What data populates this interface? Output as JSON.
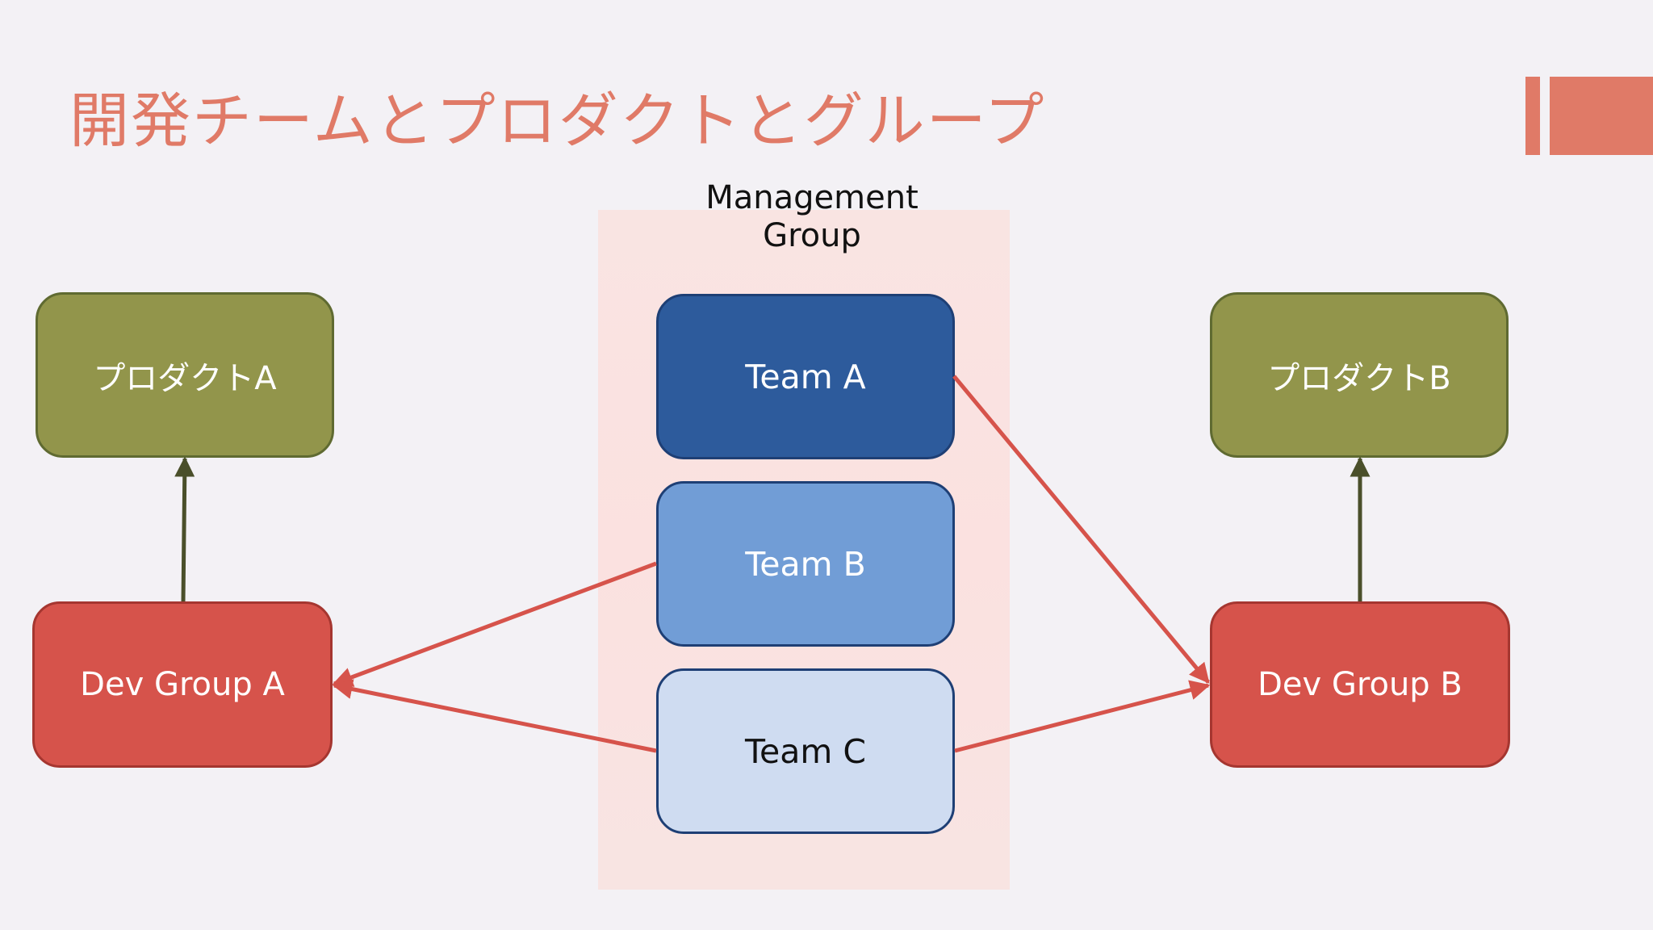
{
  "slide": {
    "title": "開発チームとプロダクトとグループ"
  },
  "group": {
    "label": "Management Group"
  },
  "nodes": {
    "product_a": "プロダクトA",
    "product_b": "プロダクトB",
    "team_a": "Team A",
    "team_b": "Team B",
    "team_c": "Team C",
    "dev_group_a": "Dev Group A",
    "dev_group_b": "Dev Group B"
  },
  "edges": [
    {
      "from": "Dev Group A",
      "to": "プロダクトA"
    },
    {
      "from": "Dev Group B",
      "to": "プロダクトB"
    },
    {
      "from": "Team A",
      "to": "Dev Group B"
    },
    {
      "from": "Team B",
      "to": "Dev Group A"
    },
    {
      "from": "Team C",
      "to": "Dev Group A"
    },
    {
      "from": "Team C",
      "to": "Dev Group B"
    }
  ],
  "colors": {
    "title": "#e07a67",
    "product": "#92954b",
    "dev_group": "#d6534b",
    "team_a": "#2d5b9c",
    "team_b": "#719dd6",
    "team_c": "#cfdcf1",
    "group_background": "#fbe1e0",
    "red_arrow": "#d6534b",
    "green_arrow": "#4a4f2a"
  }
}
